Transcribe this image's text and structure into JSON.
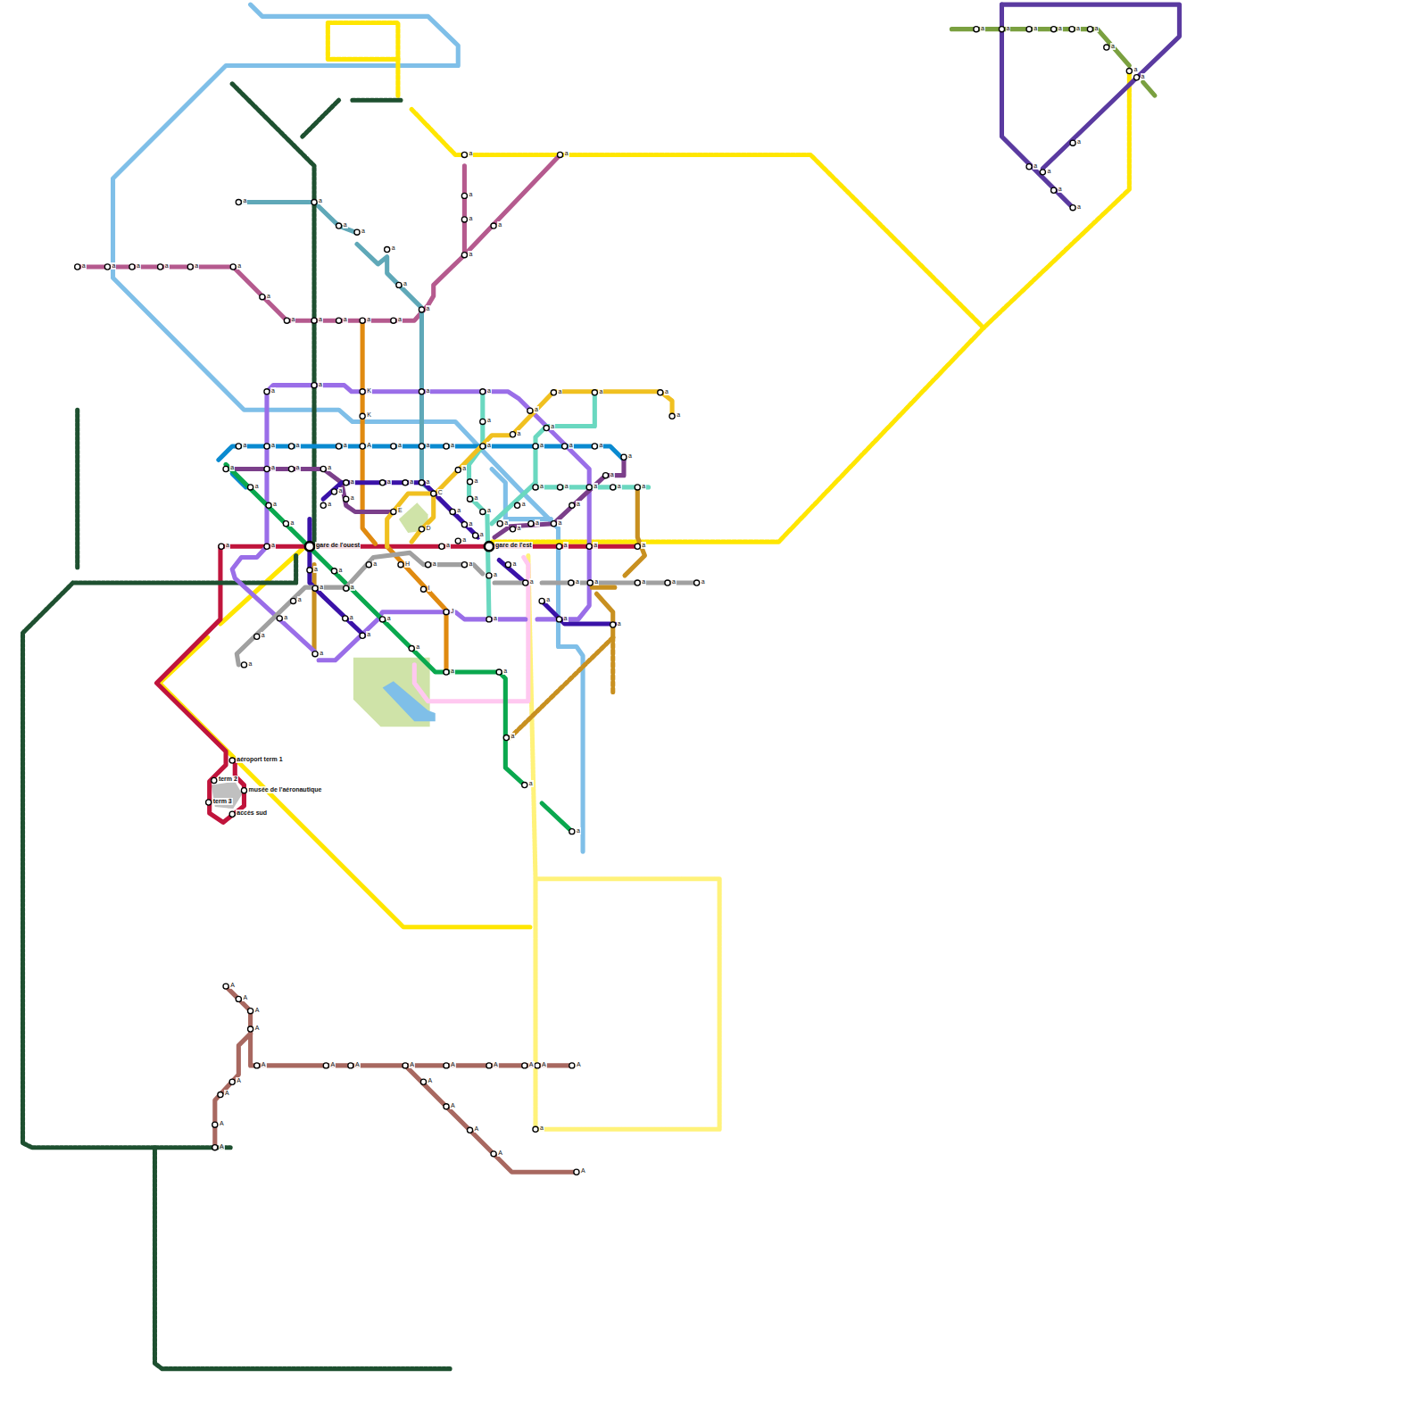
{
  "diagram": {
    "labels": [
      "gare de l'ouest",
      "gare de l'est",
      "aéroport term 1",
      "term 2",
      "term 3",
      "musée de l'aéronautique",
      "accès sud",
      "K",
      "K",
      "A",
      "C",
      "D",
      "E",
      "H",
      "I",
      "J",
      "a",
      "a",
      "a",
      "a",
      "a",
      "a",
      "a",
      "a",
      "a",
      "a",
      "a",
      "a",
      "a",
      "a",
      "a",
      "a",
      "a",
      "a",
      "a",
      "a",
      "a",
      "a",
      "a",
      "a",
      "a",
      "a",
      "a",
      "a",
      "a",
      "a",
      "a",
      "a",
      "a",
      "a",
      "a",
      "a",
      "a",
      "a",
      "a",
      "a",
      "a",
      "a",
      "a",
      "a",
      "a",
      "a",
      "a",
      "a",
      "a",
      "a",
      "a",
      "a",
      "a",
      "a",
      "a",
      "a",
      "a",
      "a",
      "a",
      "a",
      "a",
      "a",
      "a",
      "a",
      "a",
      "a",
      "a",
      "a",
      "a",
      "a",
      "a",
      "a",
      "a",
      "a",
      "a",
      "a",
      "a",
      "a",
      "a",
      "a",
      "a",
      "a",
      "a",
      "a",
      "a",
      "a",
      "a",
      "a",
      "a",
      "a",
      "a",
      "a",
      "a",
      "a",
      "a",
      "a",
      "a",
      "a",
      "a",
      "a",
      "a",
      "a",
      "a",
      "a",
      "a",
      "a",
      "a",
      "a",
      "a",
      "a",
      "a",
      "a",
      "a",
      "a",
      "a",
      "a",
      "a",
      "a",
      "a",
      "a",
      "a",
      "a",
      "A",
      "A",
      "A",
      "A",
      "A",
      "A",
      "A",
      "A",
      "A",
      "A",
      "A",
      "A",
      "A",
      "A",
      "A",
      "A",
      "A",
      "A",
      "A",
      "A",
      "A",
      "A",
      "a",
      "a",
      "a",
      "a",
      "a",
      "a",
      "a",
      "a",
      "a",
      "a",
      "a",
      "a",
      "a",
      "a",
      "a"
    ]
  }
}
